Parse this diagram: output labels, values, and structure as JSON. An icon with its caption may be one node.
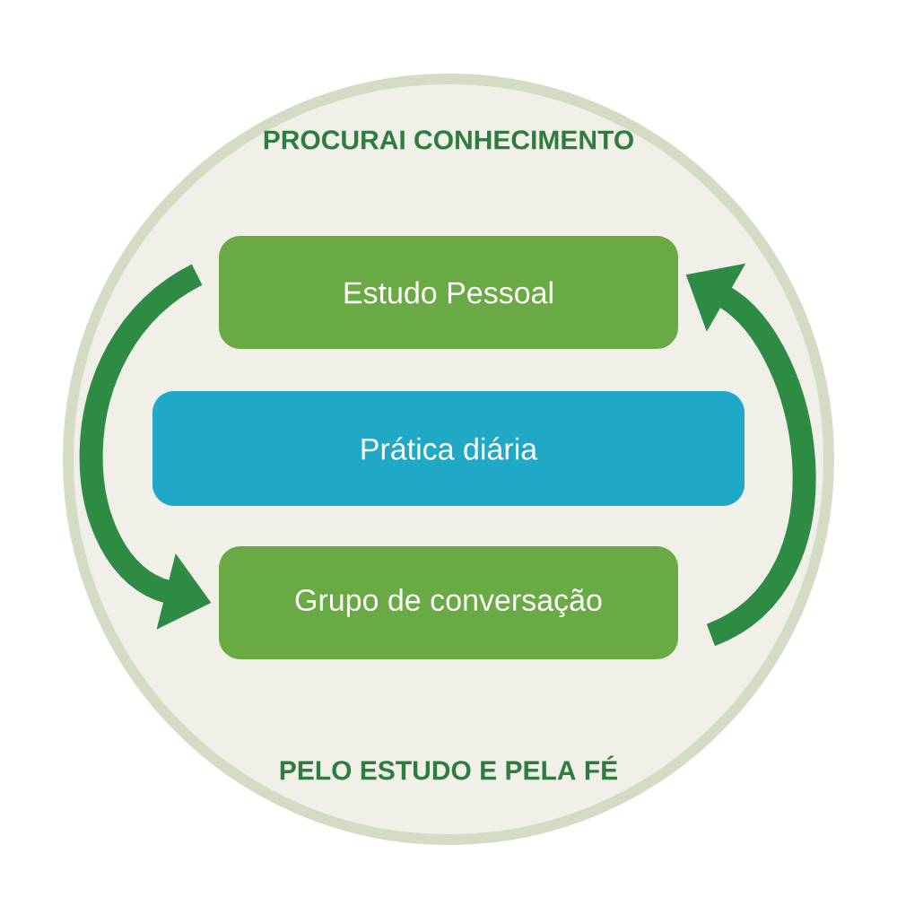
{
  "diagram": {
    "nodes": [
      {
        "text": [
          "PROCURAI CONHECIMENTO",
          "PELO ESTUDO E PELA FÉ"
        ]
      },
      {
        "text": [
          "Estudo Pessoal"
        ],
        "in": 0
      },
      {
        "text": [
          "Prática diária"
        ],
        "in": 0
      },
      {
        "text": [
          "Grupo de conversação"
        ],
        "in": 0
      }
    ],
    "edges": [
      {
        "from": 1,
        "to": 3,
        "arrow": "to"
      },
      {
        "from": 3,
        "to": 1,
        "arrow": "to"
      }
    ]
  }
}
